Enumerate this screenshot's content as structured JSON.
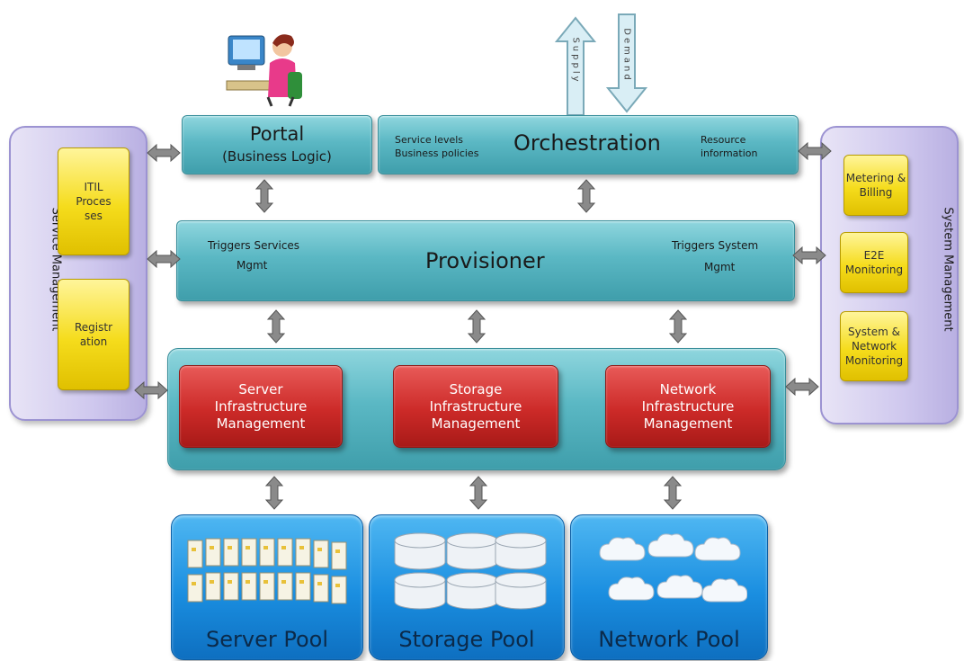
{
  "portal": {
    "title": "Portal",
    "subtitle": "(Business Logic)"
  },
  "orchestration": {
    "title": "Orchestration",
    "left_note_1": "Service levels",
    "left_note_2": "Business policies",
    "right_note_1": "Resource",
    "right_note_2": "information"
  },
  "supply_label": "Supply",
  "demand_label": "Demand",
  "provisioner": {
    "title": "Provisioner",
    "left_note_1": "Triggers Services",
    "left_note_2": "Mgmt",
    "right_note_1": "Triggers System",
    "right_note_2": "Mgmt"
  },
  "infrastructure": [
    {
      "label": "Server\nInfrastructure\nManagement"
    },
    {
      "label": "Storage\nInfrastructure\nManagement"
    },
    {
      "label": "Network\nInfrastructure\nManagement"
    }
  ],
  "service_management": {
    "title": "Service Management",
    "items": [
      {
        "label": "ITIL\nProces\nses"
      },
      {
        "label": "Registr\nation"
      }
    ]
  },
  "system_management": {
    "title": "System Management",
    "items": [
      {
        "label": "Metering &\nBilling"
      },
      {
        "label": "E2E\nMonitoring"
      },
      {
        "label": "System &\nNetwork\nMonitoring"
      }
    ]
  },
  "pools": [
    {
      "label": "Server Pool",
      "icon": "server-icon"
    },
    {
      "label": "Storage Pool",
      "icon": "disk-icon"
    },
    {
      "label": "Network Pool",
      "icon": "cloud-icon"
    }
  ],
  "colors": {
    "teal": "#5bb8c4",
    "red": "#cc2a28",
    "yellow": "#f5dc1c",
    "lavender": "#cfc8ee",
    "blue": "#1a8ee0",
    "arrow": "#6b6b6b"
  }
}
